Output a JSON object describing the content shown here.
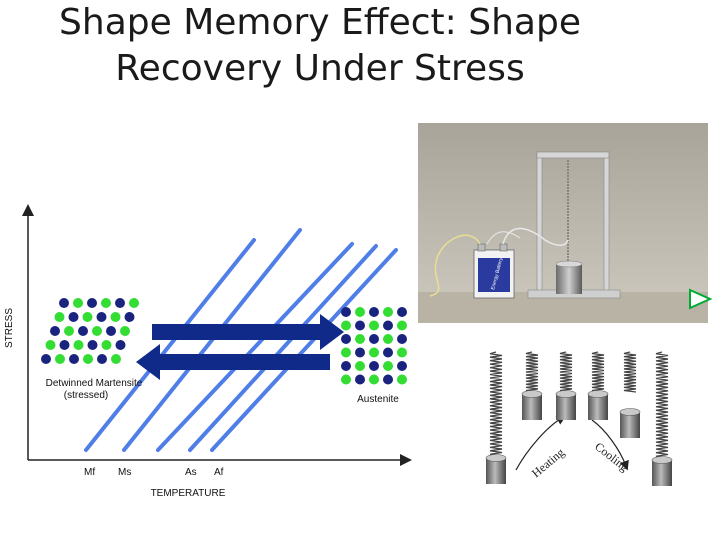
{
  "slide": {
    "title_line1": "Shape Memory Effect: Shape",
    "title_line2": "Recovery Under Stress"
  },
  "diagram": {
    "y_axis_label": "STRESS",
    "x_axis_label": "TEMPERATURE",
    "temperature_marks": [
      "Mf",
      "Ms",
      "As",
      "Af"
    ],
    "left_phase_line1": "Detwinned Martensite",
    "left_phase_line2": "(stressed)",
    "right_phase": "Austenite",
    "colors": {
      "transformation_lines": "#4f7ee8",
      "arrows": "#102a8a",
      "atom_green": "#33dd33",
      "atom_navy": "#1a237e"
    }
  },
  "photo": {
    "battery_label": "Energy Battery"
  },
  "play_control": {
    "icon": "play-triangle-icon"
  },
  "spring_illustration": {
    "heating_label": "Heating",
    "cooling_label": "Cooling"
  }
}
